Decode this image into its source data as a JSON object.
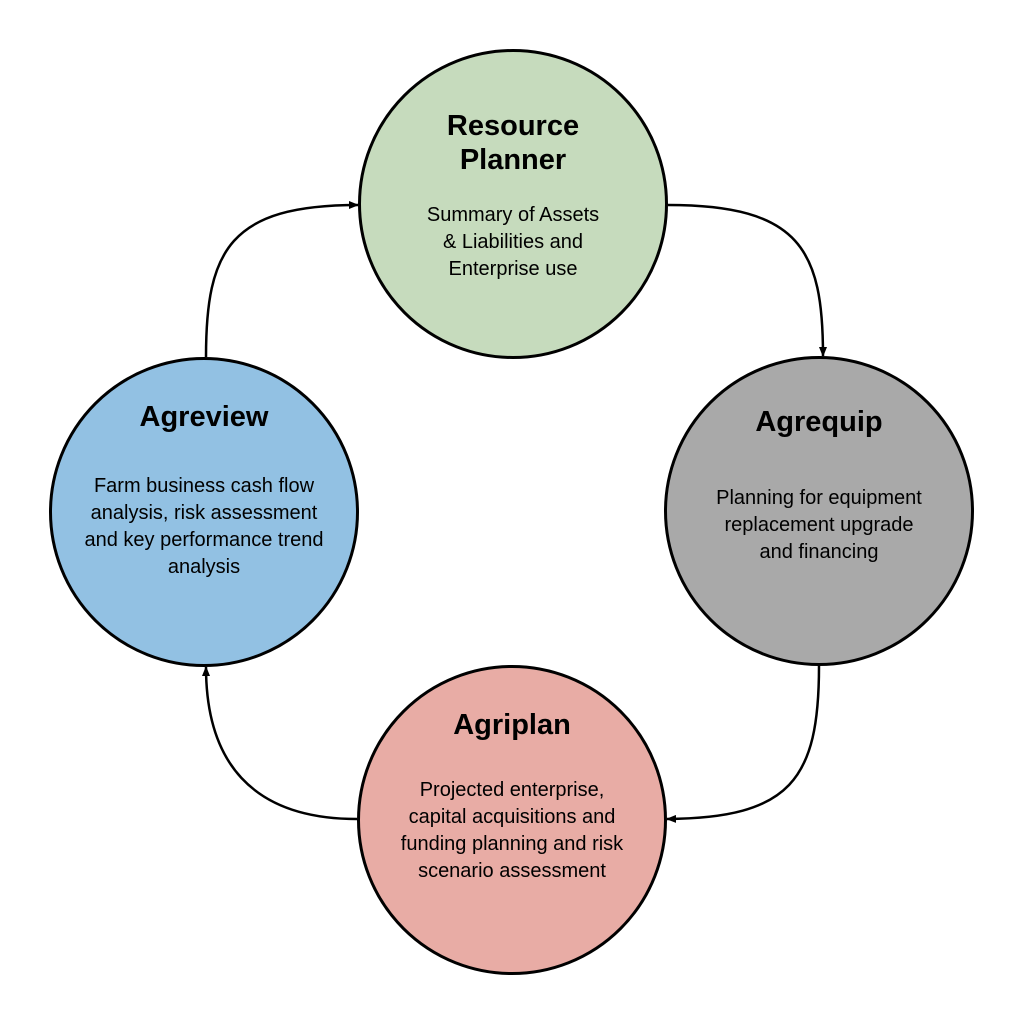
{
  "nodes": {
    "resource_planner": {
      "title_lines": [
        "Resource",
        "Planner"
      ],
      "desc_lines": [
        "Summary of Assets",
        "& Liabilities and",
        "Enterprise use"
      ],
      "color": "#c6dbbd"
    },
    "agrequip": {
      "title_lines": [
        "Agrequip"
      ],
      "desc_lines": [
        "Planning for equipment",
        "replacement upgrade",
        "and financing"
      ],
      "color": "#a9a9a9"
    },
    "agriplan": {
      "title_lines": [
        "Agriplan"
      ],
      "desc_lines": [
        "Projected enterprise,",
        "capital acquisitions and",
        "funding planning and risk",
        "scenario assessment"
      ],
      "color": "#e8aca5"
    },
    "agreview": {
      "title_lines": [
        "Agreview"
      ],
      "desc_lines": [
        "Farm business cash flow",
        "analysis, risk assessment",
        "and key performance trend",
        "analysis"
      ],
      "color": "#92c1e3"
    }
  },
  "edge_color": "#000000"
}
